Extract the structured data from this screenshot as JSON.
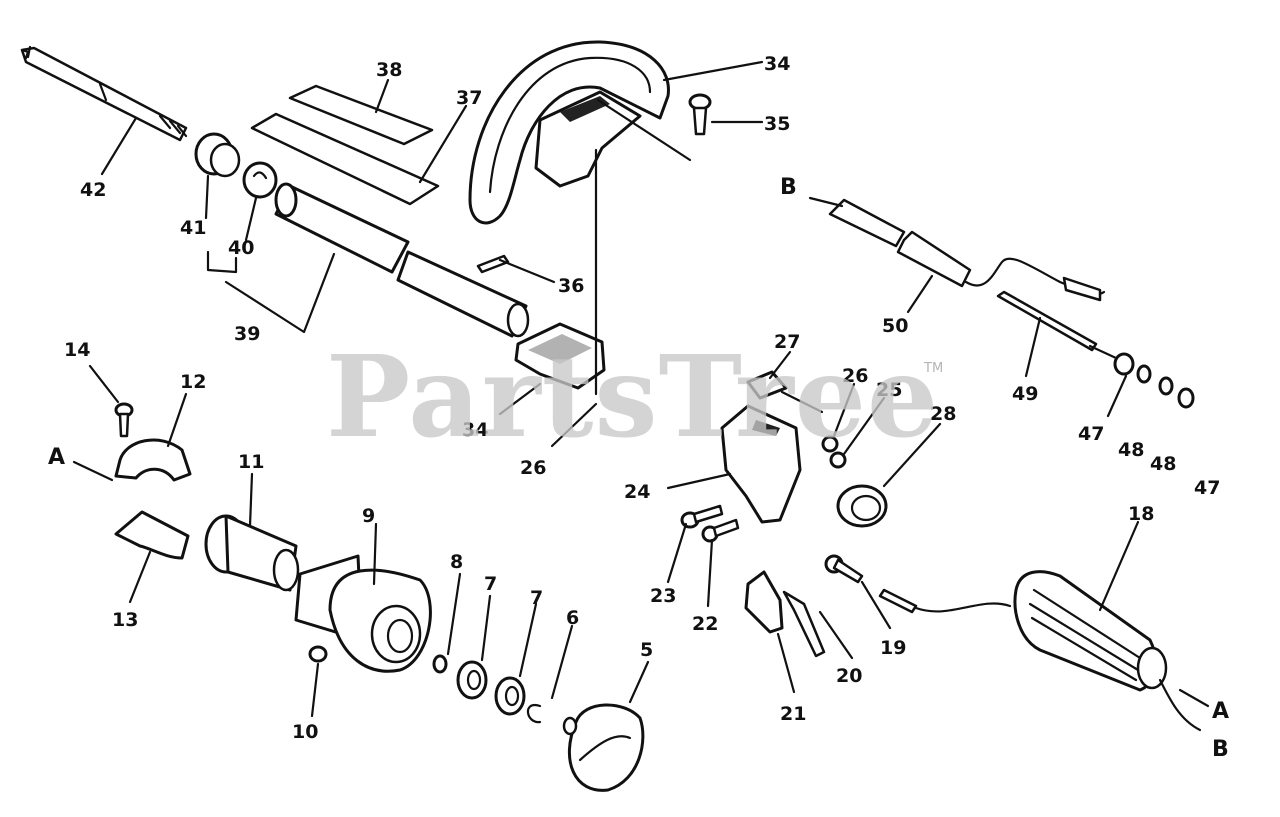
{
  "watermark": {
    "text": "PartsTree",
    "trademark": "TM"
  },
  "callouts": {
    "c38": "38",
    "c37": "37",
    "c34a": "34",
    "c35": "35",
    "c42": "42",
    "c41": "41",
    "c40": "40",
    "c39": "39",
    "c36": "36",
    "c34b": "34",
    "c26a": "26",
    "cB1": "B",
    "c50": "50",
    "c49": "49",
    "c47a": "47",
    "c48a": "48",
    "c48b": "48",
    "c47b": "47",
    "c14": "14",
    "c12": "12",
    "cA1": "A",
    "c13": "13",
    "c11": "11",
    "c9": "9",
    "c8": "8",
    "c7a": "7",
    "c7b": "7",
    "c6": "6",
    "c5": "5",
    "c10": "10",
    "c27": "27",
    "c26b": "26",
    "c25": "25",
    "c28": "28",
    "c24": "24",
    "c23": "23",
    "c22": "22",
    "c21": "21",
    "c20": "20",
    "c19": "19",
    "c18": "18",
    "cA2": "A",
    "cB2": "B"
  }
}
